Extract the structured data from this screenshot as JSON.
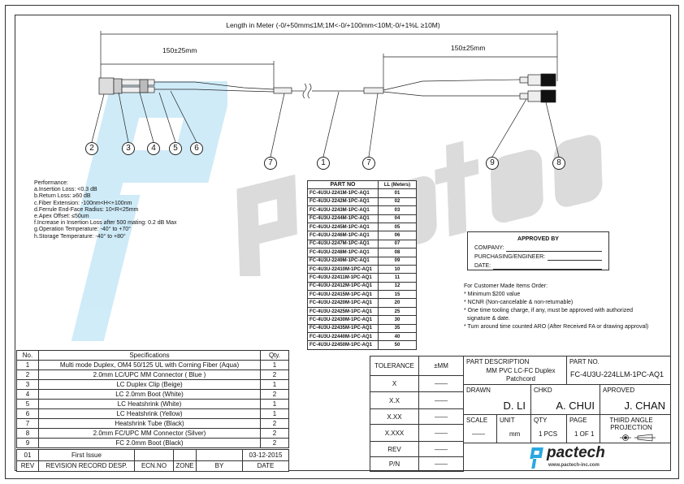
{
  "watermark": {
    "brand": "Pactech",
    "url": "pactech-inc.com"
  },
  "drawing": {
    "length_label": "Length in Meter (-0/+50mm≤1M;1M<-0/+100mm<10M;-0/+1%L ≥10M)",
    "left_breakout": "150±25mm",
    "right_breakout": "150±25mm",
    "balloons": [
      "2",
      "3",
      "4",
      "5",
      "6",
      "7",
      "1",
      "7",
      "9",
      "8"
    ]
  },
  "performance": [
    "Performance:",
    "a.Insertion Loss: <0.3 dB",
    "b.Return Loss: ≥60 dB",
    "c.Fiber Extension: -100nm<H<+100nm",
    "d.Ferrule End-Face Radius: 10<R<25mm",
    "e.Apex Offset: ≤50um",
    "f.Increase in Insertion Loss after 500 mating: 0.2 dB Max",
    "g.Operation Temperature: -40° to +70°",
    "h.Storage Temperature: -40° to +80°"
  ],
  "part_table": {
    "headers": [
      "PART NO",
      "LL (Meters)"
    ],
    "rows": [
      [
        "FC-4U3U-2241M-1PC-AQ1",
        "01"
      ],
      [
        "FC-4U3U-2242M-1PC-AQ1",
        "02"
      ],
      [
        "FC-4U3U-2243M-1PC-AQ1",
        "03"
      ],
      [
        "FC-4U3U-2244M-1PC-AQ1",
        "04"
      ],
      [
        "FC-4U3U-2245M-1PC-AQ1",
        "05"
      ],
      [
        "FC-4U3U-2246M-1PC-AQ1",
        "06"
      ],
      [
        "FC-4U3U-2247M-1PC-AQ1",
        "07"
      ],
      [
        "FC-4U3U-2248M-1PC-AQ1",
        "08"
      ],
      [
        "FC-4U3U-2249M-1PC-AQ1",
        "09"
      ],
      [
        "FC-4U3U-22410M-1PC-AQ1",
        "10"
      ],
      [
        "FC-4U3U-22411M-1PC-AQ1",
        "11"
      ],
      [
        "FC-4U3U-22412M-1PC-AQ1",
        "12"
      ],
      [
        "FC-4U3U-22415M-1PC-AQ1",
        "15"
      ],
      [
        "FC-4U3U-22420M-1PC-AQ1",
        "20"
      ],
      [
        "FC-4U3U-22425M-1PC-AQ1",
        "25"
      ],
      [
        "FC-4U3U-22430M-1PC-AQ1",
        "30"
      ],
      [
        "FC-4U3U-22435M-1PC-AQ1",
        "35"
      ],
      [
        "FC-4U3U-22440M-1PC-AQ1",
        "40"
      ],
      [
        "FC-4U3U-22450M-1PC-AQ1",
        "50"
      ]
    ]
  },
  "approval": {
    "title": "APPROVED BY",
    "company": "COMPANY:",
    "purchasing": "PURCHASING/ENGINEER:",
    "date": "DATE:"
  },
  "notes": [
    "For Customer Made Items Order:",
    "* Minimum $200 value",
    "* NCNR (Non-cancelable & non-returnable)",
    "* One time tooling charge, if any, must be approved with authorized",
    "  signature & date.",
    "* Turn around time counted ARO (After Received FA or drawing approval)"
  ],
  "spec_table": {
    "headers": [
      "No.",
      "Specifications",
      "Qty."
    ],
    "rows": [
      [
        "1",
        "Multi mode Duplex, OM4 50/125 UL with Corning Fiber (Aqua)",
        "1"
      ],
      [
        "2",
        "2.0mm LC/UPC MM Connector ( Blue )",
        "2"
      ],
      [
        "3",
        "LC Duplex Clip (Beige)",
        "1"
      ],
      [
        "4",
        "LC 2.0mm Boot (White)",
        "2"
      ],
      [
        "5",
        "LC Heatshrink (White)",
        "1"
      ],
      [
        "6",
        "LC Heatshrink (Yellow)",
        "1"
      ],
      [
        "7",
        "Heatshrink Tube (Black)",
        "2"
      ],
      [
        "8",
        "2.0mm FC/UPC MM Connector (Silver)",
        "2"
      ],
      [
        "9",
        "FC 2.0mm Boot (Black)",
        "2"
      ]
    ]
  },
  "revision": {
    "row": [
      "01",
      "First Issue",
      "",
      "",
      "",
      "03-12-2015"
    ],
    "headers": [
      "REV",
      "REVISION RECORD DESP.",
      "ECN.NO",
      "ZONE",
      "BY",
      "DATE"
    ]
  },
  "title_block": {
    "tolerance": "TOLERANCE",
    "unit_hdr": "±MM",
    "tol_rows": [
      "X",
      "X.X",
      "X.XX",
      "X.XXX",
      "REV",
      "P/N"
    ],
    "tol_val": "——",
    "part_desc_label": "PART DESCRIPTION",
    "part_desc": "MM PVC LC-FC Duplex Patchcord",
    "part_no_label": "PART NO.",
    "part_no": "FC-4U3U-224LLM-1PC-AQ1",
    "drawn_label": "DRAWN",
    "drawn": "D. LI",
    "chkd_label": "CHKD",
    "chkd": "A. CHUI",
    "approved_label": "APROVED",
    "approved": "J. CHAN",
    "scale_label": "SCALE",
    "scale": "——",
    "unit_label": "UNIT",
    "unit": "mm",
    "qty_label": "QTY",
    "qty": "1 PCS",
    "page_label": "PAGE",
    "page": "1 OF 1",
    "projection": "THIRD ANGLE PROJECTION",
    "logo_text": "pactech",
    "logo_url": "www.pactech-inc.com"
  },
  "colors": {
    "accent": "#29a8e0",
    "watermark": "#cfcfcf"
  }
}
